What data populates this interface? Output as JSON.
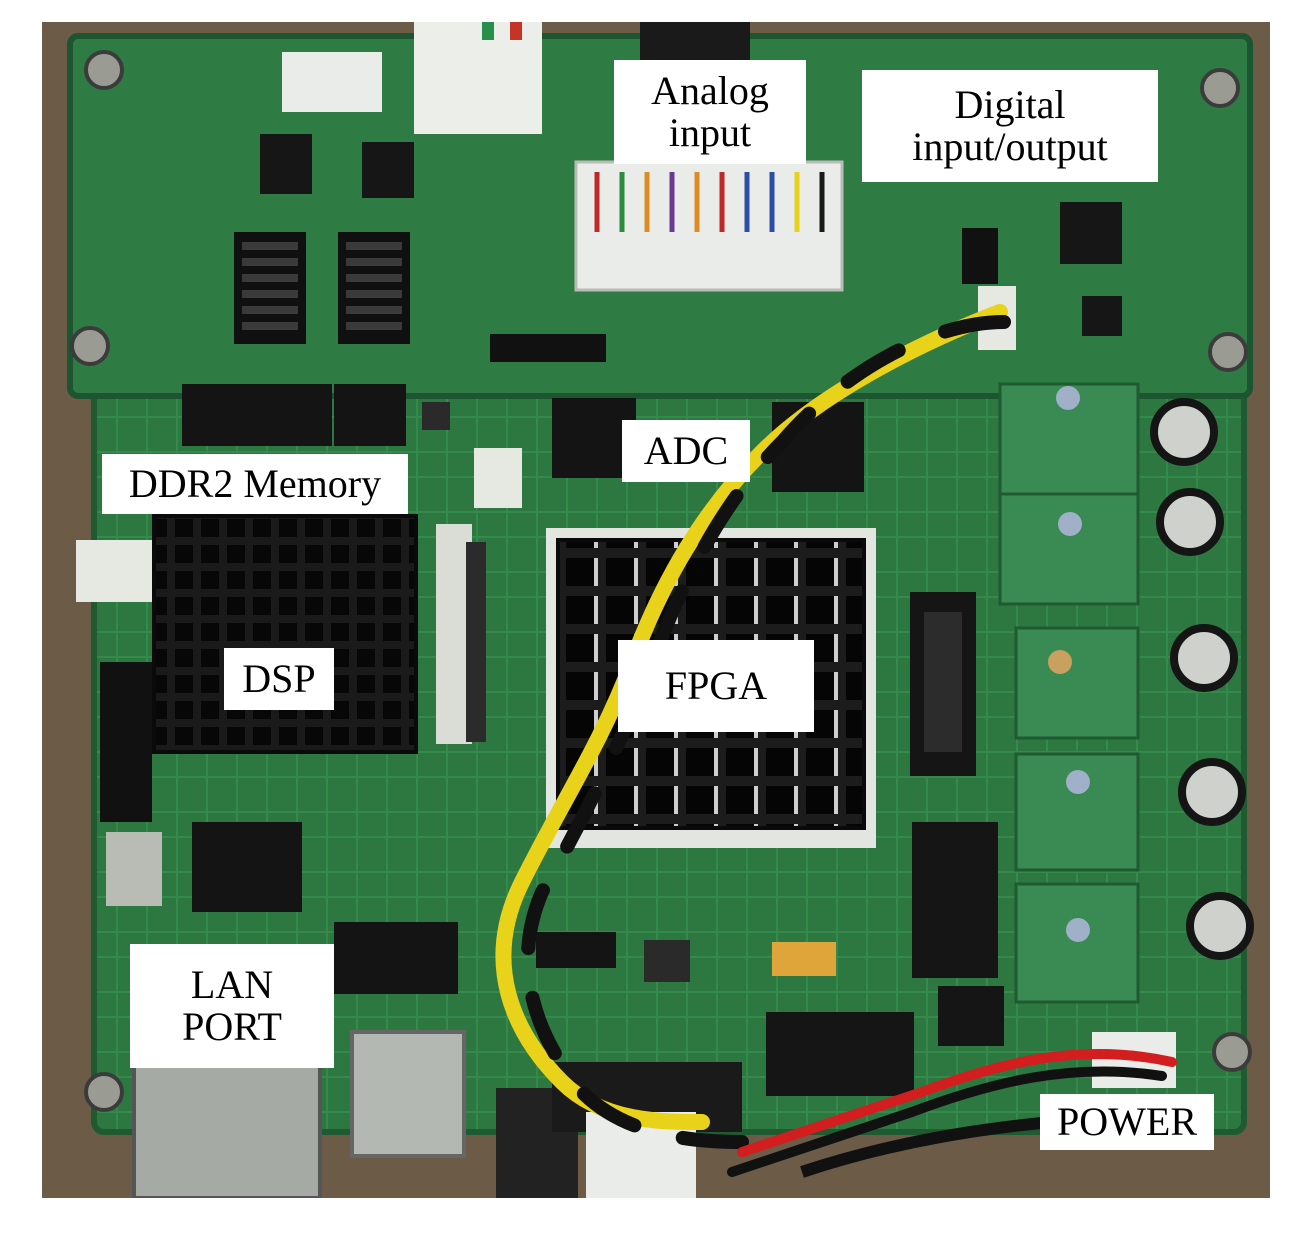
{
  "labels": {
    "analog_input": {
      "line1": "Analog",
      "line2": "input"
    },
    "digital_io": {
      "line1": "Digital",
      "line2": "input/output"
    },
    "adc": "ADC",
    "ddr2_memory": "DDR2 Memory",
    "dsp": "DSP",
    "fpga": "FPGA",
    "lan_port": {
      "line1": "LAN",
      "line2": "PORT"
    },
    "power": "POWER"
  },
  "colors": {
    "background_table": "#6a5a47",
    "pcb_green": "#2f7a43",
    "pcb_dark_green": "#1f5a30",
    "heatsink": "#141414",
    "wire_yellow": "#e8d21a",
    "wire_black": "#111111",
    "wire_red": "#d21e1e",
    "connector_white": "#e9ece8",
    "label_bg": "#ffffff",
    "label_text": "#000000"
  }
}
